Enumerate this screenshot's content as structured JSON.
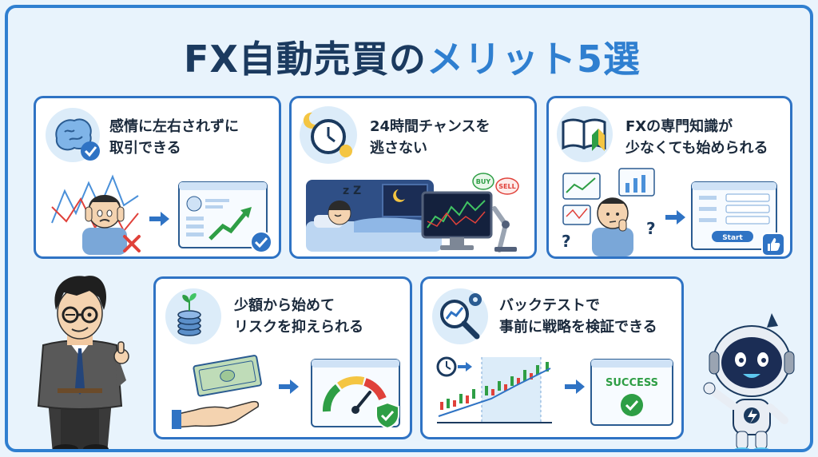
{
  "title": {
    "main": "FX自動売買の",
    "highlight": "メリット5選"
  },
  "cards": [
    {
      "line1": "感情に左右されずに",
      "line2": "取引できる"
    },
    {
      "line1": "24時間チャンスを",
      "line2": "逃さない"
    },
    {
      "line1": "FXの専門知識が",
      "line2": "少なくても始められる"
    },
    {
      "line1": "少額から始めて",
      "line2": "リスクを抑えられる"
    },
    {
      "line1": "バックテストで",
      "line2": "事前に戦略を検証できる"
    }
  ],
  "labels": {
    "buy": "BUY",
    "sell": "SELL",
    "start": "Start",
    "success": "SUCCESS"
  },
  "colors": {
    "accent": "#2f7fd0",
    "border": "#2f73c4",
    "title": "#1b3a5f",
    "green": "#2e9e45",
    "red": "#e0413a"
  }
}
